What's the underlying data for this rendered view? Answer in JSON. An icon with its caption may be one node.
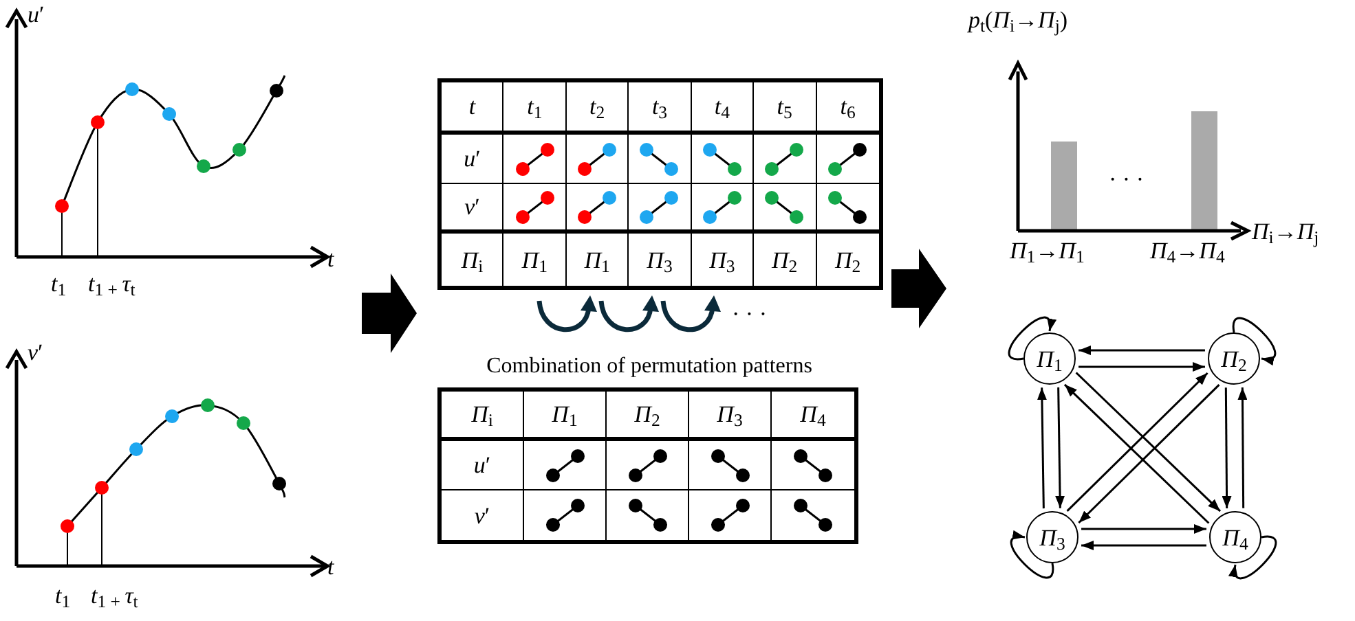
{
  "diagram": {
    "nodes": [
      {
        "text": [
          "*Π*$_{1}$"
        ]
      },
      {
        "text": [
          "*Π*$_{2}$"
        ]
      },
      {
        "text": [
          "*Π*$_{3}$"
        ]
      },
      {
        "text": [
          "*Π*$_{4}$"
        ]
      }
    ],
    "edges": [
      {
        "from": 0,
        "to": 0,
        "arrow": "to"
      },
      {
        "from": 1,
        "to": 1,
        "arrow": "to"
      },
      {
        "from": 2,
        "to": 2,
        "arrow": "to"
      },
      {
        "from": 3,
        "to": 3,
        "arrow": "to"
      },
      {
        "from": 1,
        "to": 0,
        "arrow": "to"
      },
      {
        "from": 0,
        "to": 1,
        "arrow": "to"
      },
      {
        "from": 2,
        "to": 0,
        "arrow": "to"
      },
      {
        "from": 0,
        "to": 2,
        "arrow": "to"
      },
      {
        "from": 1,
        "to": 3,
        "arrow": "to"
      },
      {
        "from": 3,
        "to": 1,
        "arrow": "to"
      },
      {
        "from": 2,
        "to": 3,
        "arrow": "to"
      },
      {
        "from": 3,
        "to": 2,
        "arrow": "to"
      },
      {
        "from": 0,
        "to": 3,
        "arrow": "to"
      },
      {
        "from": 3,
        "to": 0,
        "arrow": "to"
      },
      {
        "from": 2,
        "to": 1,
        "arrow": "to"
      },
      {
        "from": 1,
        "to": 2,
        "arrow": "to"
      }
    ],
    "labels": [
      "*u*′",
      "*t*",
      "*t*$_{1}$",
      "*t*$_{1 + }$*τ*$_{t}$",
      "*v*′",
      "*t*",
      "*t*$_{1}$",
      "*t*$_{1 + }$*τ*$_{t}$",
      "*t*",
      "*t*$_{1}$",
      "*t*$_{2}$",
      "*t*$_{3}$",
      "*t*$_{4}$",
      "*t*$_{5}$",
      "*t*$_{6}$",
      "*u*′",
      "*v*′",
      "*Π*$_{i}$",
      "*Π*$_{1}$",
      "*Π*$_{1}$",
      "*Π*$_{3}$",
      "*Π*$_{3}$",
      "*Π*$_{2}$",
      "*Π*$_{2}$",
      "· · ·",
      "Combination of permutation patterns",
      "*Π*$_{i}$",
      "*Π*$_{1}$",
      "*Π*$_{2}$",
      "*Π*$_{3}$",
      "*Π*$_{4}$",
      "*u*′",
      "*v*′",
      "*p*$_{t}$(*Π*$_{i}$→*Π*$_{j}$)",
      "· · ·",
      "*Π*$_{i}$→*Π*$_{j}$",
      "*Π*$_{1}$→*Π*$_{1}$",
      "*Π*$_{4}$→*Π*$_{4}$"
    ]
  }
}
